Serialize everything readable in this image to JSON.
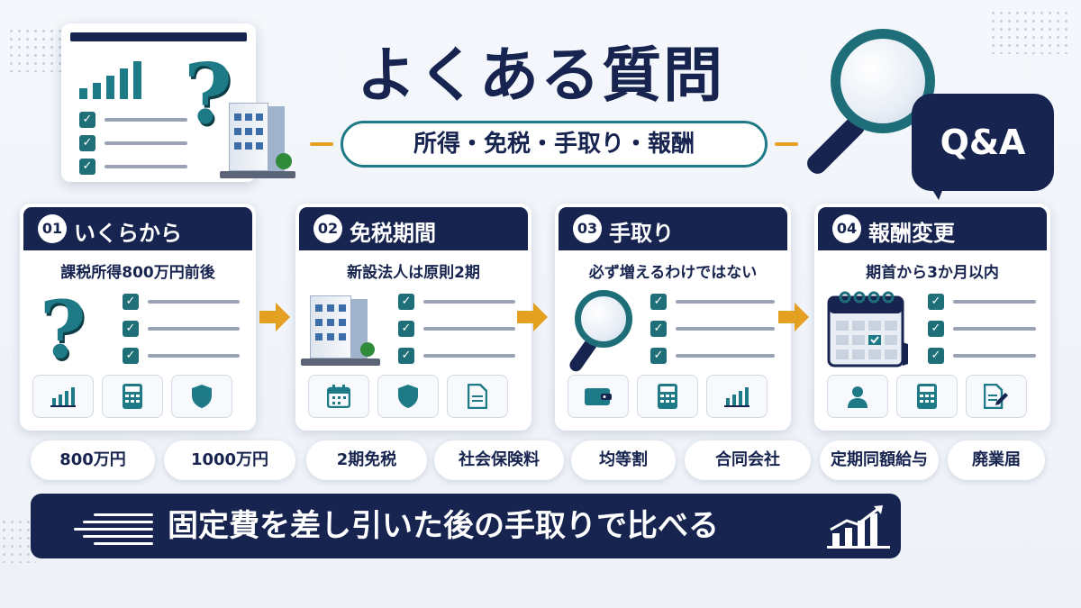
{
  "header": {
    "title": "よくある質問",
    "subtitle": "所得・免税・手取り・報酬",
    "badge": "Q&A"
  },
  "steps": [
    {
      "num": "01",
      "title": "いくらから",
      "desc": "課税所得800万円前後",
      "icons": [
        "bar-chart-icon",
        "calculator-icon",
        "shield-icon"
      ]
    },
    {
      "num": "02",
      "title": "免税期間",
      "desc": "新設法人は原則2期",
      "icons": [
        "calendar-icon",
        "shield-icon",
        "document-icon"
      ]
    },
    {
      "num": "03",
      "title": "手取り",
      "desc": "必ず増えるわけではない",
      "icons": [
        "wallet-icon",
        "calculator-icon",
        "bar-chart-icon"
      ]
    },
    {
      "num": "04",
      "title": "報酬変更",
      "desc": "期首から3か月以内",
      "icons": [
        "person-icon",
        "calculator-icon",
        "edit-document-icon"
      ]
    }
  ],
  "tags": [
    "800万円",
    "1000万円",
    "2期免税",
    "社会保険料",
    "均等割",
    "合同会社",
    "定期同額給与",
    "廃業届"
  ],
  "banner": {
    "text": "固定費を差し引いた後の手取りで比べる"
  },
  "colors": {
    "navy": "#16244f",
    "teal": "#1e7a86",
    "gold": "#e4a020",
    "background": "#f0f4f9"
  }
}
